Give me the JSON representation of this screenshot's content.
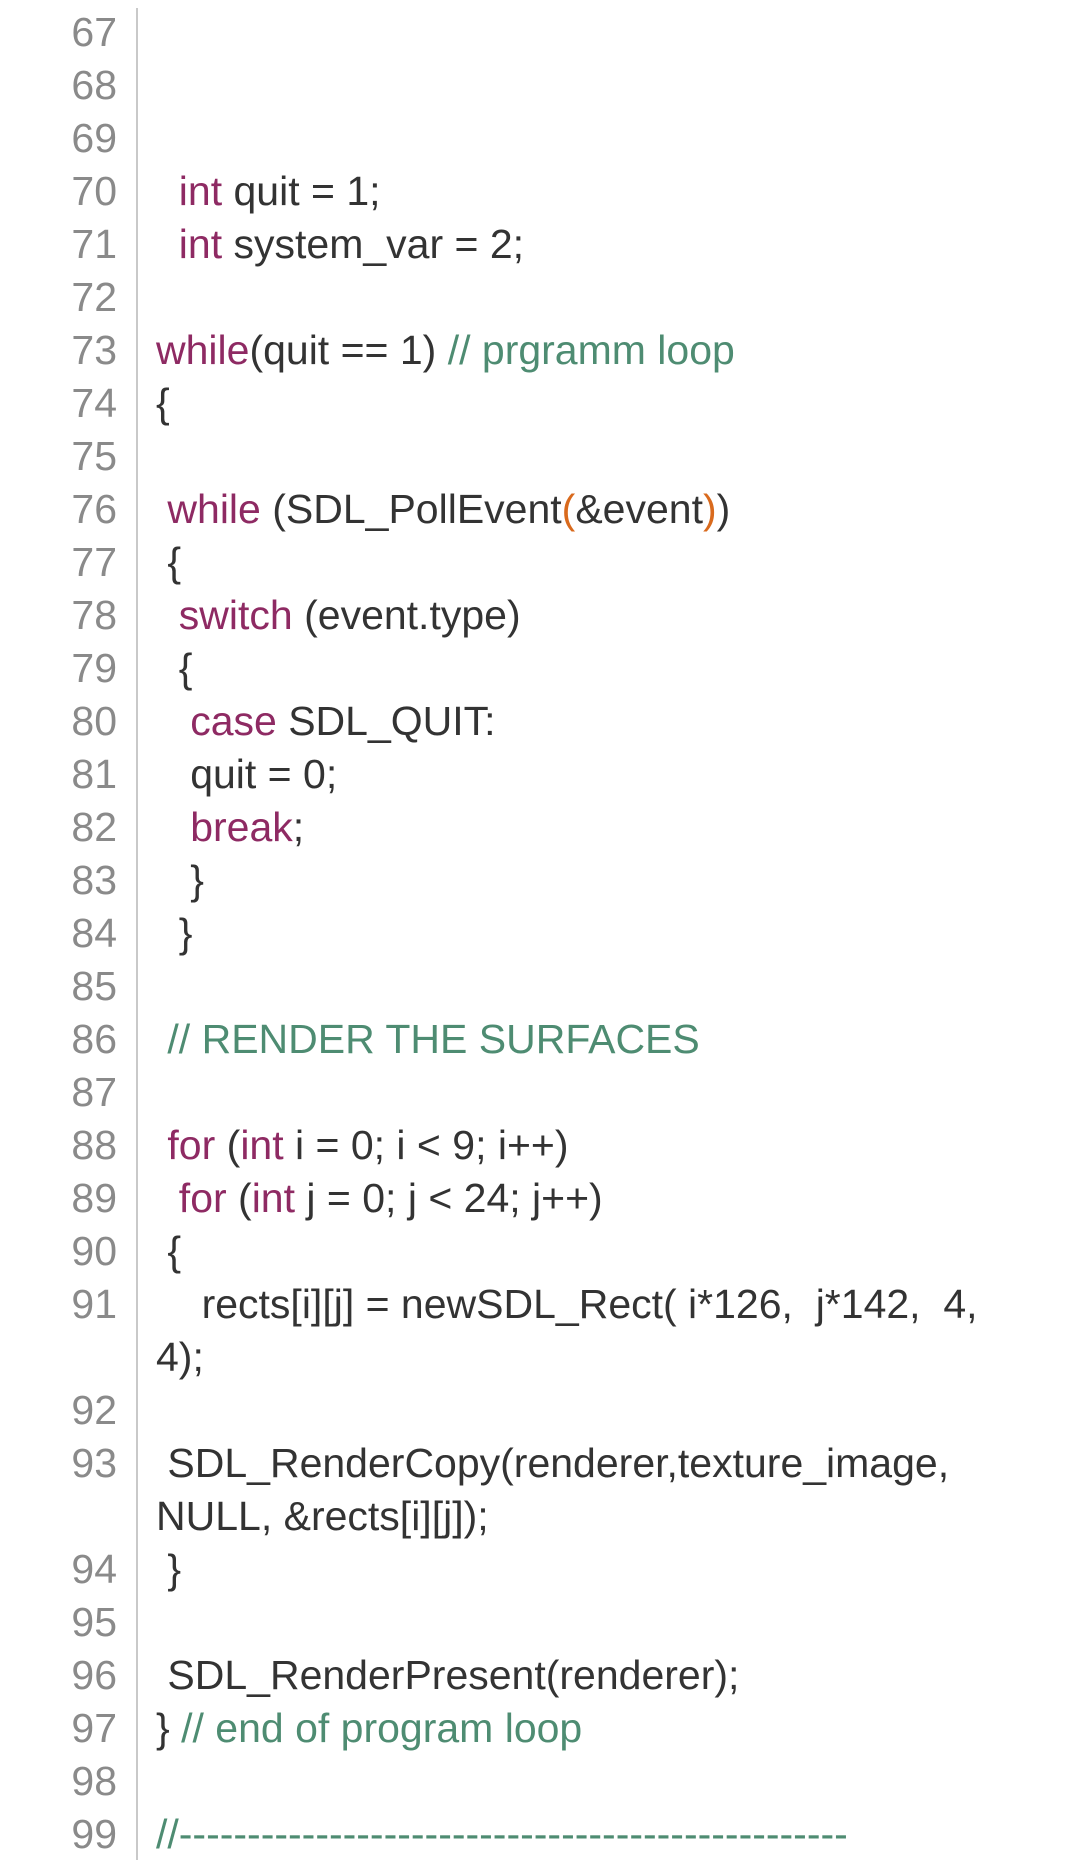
{
  "colors": {
    "keyword": "#8e2a63",
    "comment": "#4e8c72",
    "paren_highlight": "#d96a1d",
    "text": "#333333",
    "line_number": "#8a8a8a",
    "gutter_divider": "#c9c9c9",
    "background": "#ffffff"
  },
  "lines": [
    {
      "n": "67",
      "segments": []
    },
    {
      "n": "68",
      "segments": []
    },
    {
      "n": "69",
      "segments": []
    },
    {
      "n": "70",
      "segments": [
        {
          "t": "  "
        },
        {
          "t": "int",
          "c": "kw"
        },
        {
          "t": " quit = 1;"
        }
      ]
    },
    {
      "n": "71",
      "segments": [
        {
          "t": "  "
        },
        {
          "t": "int",
          "c": "kw"
        },
        {
          "t": " system_var = 2;"
        }
      ]
    },
    {
      "n": "72",
      "segments": []
    },
    {
      "n": "73",
      "segments": [
        {
          "t": "while",
          "c": "kw"
        },
        {
          "t": "(quit == 1) "
        },
        {
          "t": "// prgramm loop",
          "c": "cm"
        }
      ]
    },
    {
      "n": "74",
      "segments": [
        {
          "t": "{"
        }
      ]
    },
    {
      "n": "75",
      "segments": []
    },
    {
      "n": "76",
      "segments": [
        {
          "t": " "
        },
        {
          "t": "while",
          "c": "kw"
        },
        {
          "t": " (SDL_PollEvent"
        },
        {
          "t": "(",
          "c": "pr"
        },
        {
          "t": "&event"
        },
        {
          "t": ")",
          "c": "pr"
        },
        {
          "t": ")"
        }
      ]
    },
    {
      "n": "77",
      "segments": [
        {
          "t": " {"
        }
      ]
    },
    {
      "n": "78",
      "segments": [
        {
          "t": "  "
        },
        {
          "t": "switch",
          "c": "kw"
        },
        {
          "t": " (event.type)"
        }
      ]
    },
    {
      "n": "79",
      "segments": [
        {
          "t": "  {"
        }
      ]
    },
    {
      "n": "80",
      "segments": [
        {
          "t": "   "
        },
        {
          "t": "case",
          "c": "kw"
        },
        {
          "t": " SDL_QUIT:"
        }
      ]
    },
    {
      "n": "81",
      "segments": [
        {
          "t": "   quit = 0;"
        }
      ]
    },
    {
      "n": "82",
      "segments": [
        {
          "t": "   "
        },
        {
          "t": "break",
          "c": "kw"
        },
        {
          "t": ";"
        }
      ]
    },
    {
      "n": "83",
      "segments": [
        {
          "t": "   }"
        }
      ]
    },
    {
      "n": "84",
      "segments": [
        {
          "t": "  }"
        }
      ]
    },
    {
      "n": "85",
      "segments": []
    },
    {
      "n": "86",
      "segments": [
        {
          "t": " "
        },
        {
          "t": "// RENDER THE SURFACES",
          "c": "cm"
        }
      ]
    },
    {
      "n": "87",
      "segments": []
    },
    {
      "n": "88",
      "segments": [
        {
          "t": " "
        },
        {
          "t": "for",
          "c": "kw"
        },
        {
          "t": " ("
        },
        {
          "t": "int",
          "c": "kw"
        },
        {
          "t": " i = 0; i < 9; i++)"
        }
      ]
    },
    {
      "n": "89",
      "segments": [
        {
          "t": "  "
        },
        {
          "t": "for",
          "c": "kw"
        },
        {
          "t": " ("
        },
        {
          "t": "int",
          "c": "kw"
        },
        {
          "t": " j = 0; j < 24; j++)"
        }
      ]
    },
    {
      "n": "90",
      "segments": [
        {
          "t": " {"
        }
      ]
    },
    {
      "n": "91",
      "wrap": true,
      "segments": [
        {
          "t": "    rects[i][j] = newSDL_Rect( i*126,  j*142,  4, 4);"
        }
      ]
    },
    {
      "n": "92",
      "segments": []
    },
    {
      "n": "93",
      "wrap": true,
      "segments": [
        {
          "t": " SDL_RenderCopy(renderer,texture_image, NULL, &rects[i][j]);"
        }
      ]
    },
    {
      "n": "94",
      "segments": [
        {
          "t": " }"
        }
      ]
    },
    {
      "n": "95",
      "segments": []
    },
    {
      "n": "96",
      "segments": [
        {
          "t": " SDL_RenderPresent(renderer);"
        }
      ]
    },
    {
      "n": "97",
      "segments": [
        {
          "t": "} "
        },
        {
          "t": "// end of program loop",
          "c": "cm"
        }
      ]
    },
    {
      "n": "98",
      "segments": []
    },
    {
      "n": "99",
      "segments": [
        {
          "t": "//-------------------------------------------------",
          "c": "cm"
        }
      ]
    }
  ]
}
